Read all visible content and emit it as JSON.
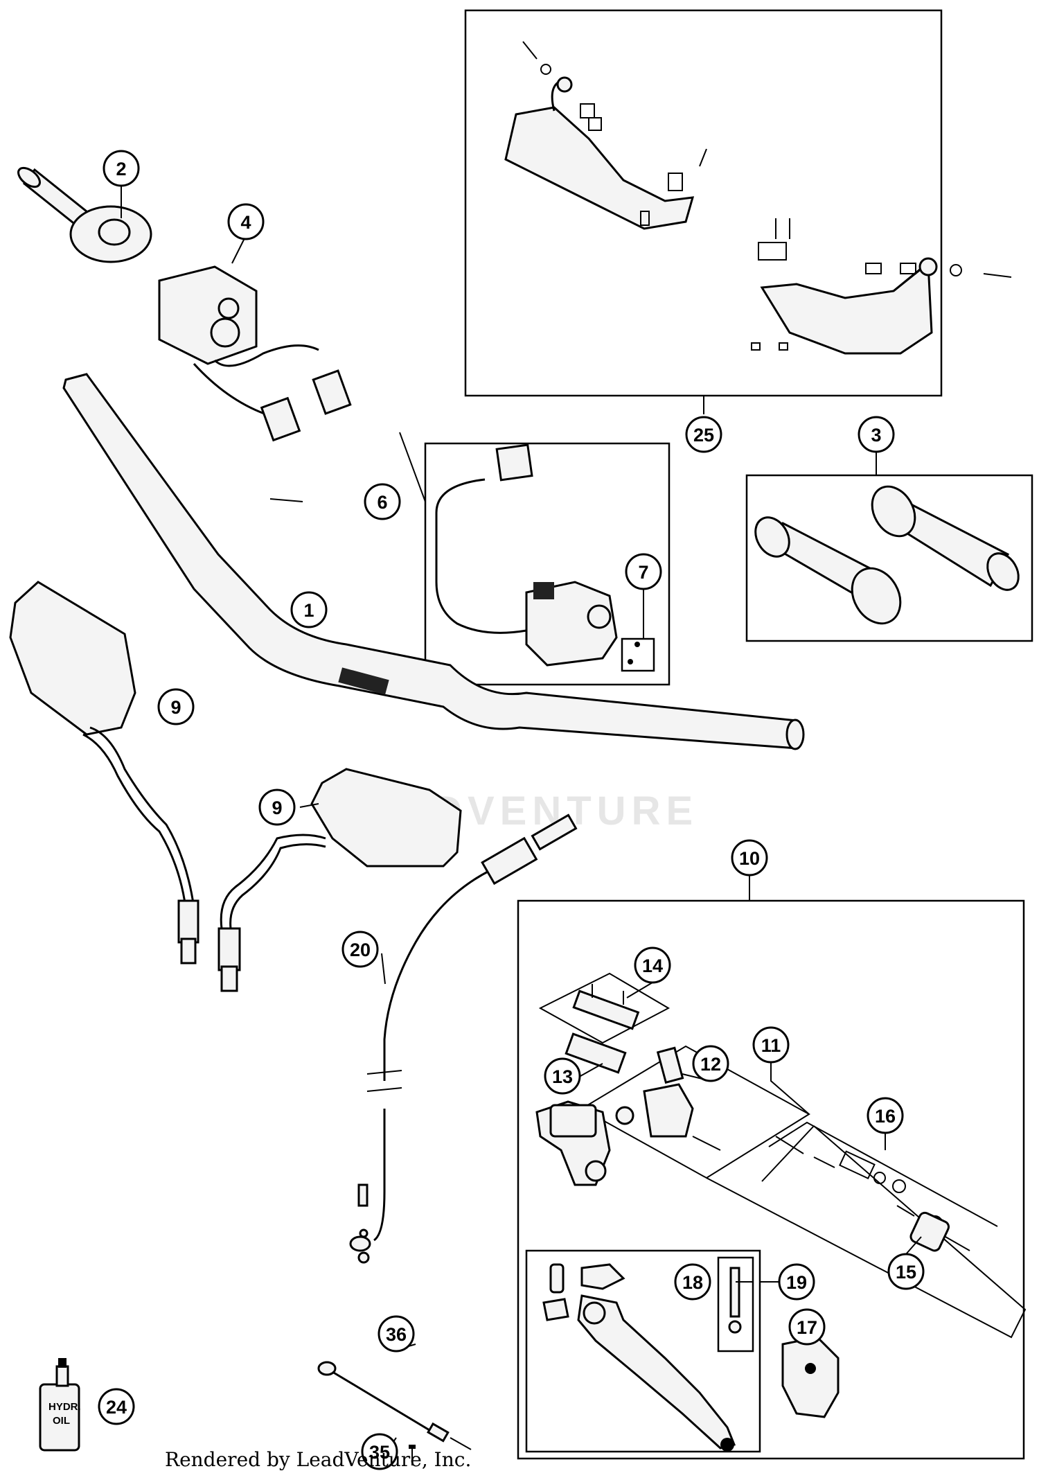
{
  "watermark": "FADVENTURE",
  "footer": "Rendered by LeadVenture, Inc.",
  "callouts": {
    "c1": "1",
    "c2": "2",
    "c3": "3",
    "c4": "4",
    "c6": "6",
    "c7": "7",
    "c9a": "9",
    "c9b": "9",
    "c10": "10",
    "c11": "11",
    "c12": "12",
    "c13": "13",
    "c14": "14",
    "c15": "15",
    "c16": "16",
    "c17": "17",
    "c18": "18",
    "c19": "19",
    "c20": "20",
    "c24": "24",
    "c25": "25",
    "c35": "35",
    "c36": "36"
  },
  "labels": {
    "hydr_oil_line1": "HYDR.",
    "hydr_oil_line2": "OIL"
  }
}
